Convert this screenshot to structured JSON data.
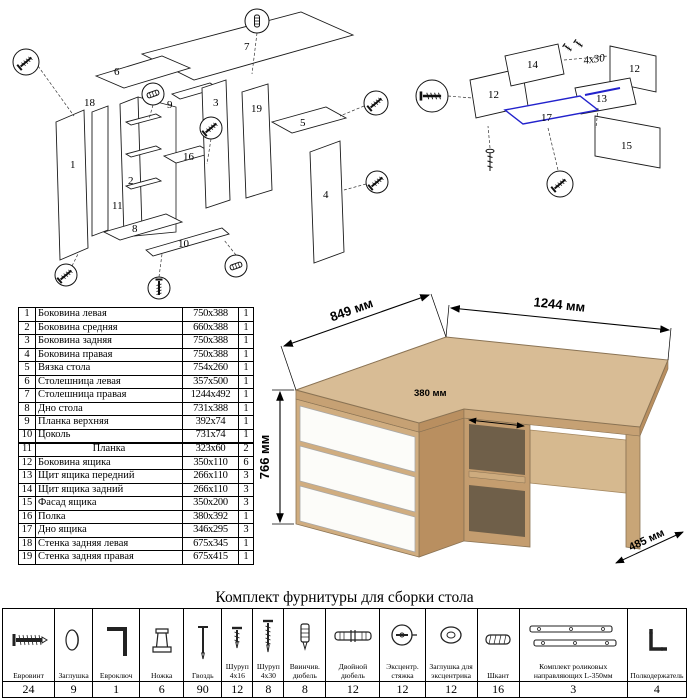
{
  "parts_table": {
    "rows": [
      {
        "num": "1",
        "name": "Боковина левая",
        "size": "750x388",
        "qty": "1"
      },
      {
        "num": "2",
        "name": "Боковина средняя",
        "size": "660x388",
        "qty": "1"
      },
      {
        "num": "3",
        "name": "Боковина задняя",
        "size": "750x388",
        "qty": "1"
      },
      {
        "num": "4",
        "name": "Боковина правая",
        "size": "750x388",
        "qty": "1"
      },
      {
        "num": "5",
        "name": "Вязка стола",
        "size": "754x260",
        "qty": "1"
      },
      {
        "num": "6",
        "name": "Столешница левая",
        "size": "357x500",
        "qty": "1"
      },
      {
        "num": "7",
        "name": "Столешница правая",
        "size": "1244x492",
        "qty": "1"
      },
      {
        "num": "8",
        "name": "Дно стола",
        "size": "731x388",
        "qty": "1"
      },
      {
        "num": "9",
        "name": "Планка верхняя",
        "size": "392x74",
        "qty": "1"
      },
      {
        "num": "10",
        "name": "Цоколь",
        "size": "731x74",
        "qty": "1"
      },
      {
        "num": "11",
        "name": "Планка",
        "size": "323x60",
        "qty": "2"
      },
      {
        "num": "12",
        "name": "Боковина ящика",
        "size": "350x110",
        "qty": "6"
      },
      {
        "num": "13",
        "name": "Щит ящика передний",
        "size": "266x110",
        "qty": "3"
      },
      {
        "num": "14",
        "name": "Щит ящика задний",
        "size": "266x110",
        "qty": "3"
      },
      {
        "num": "15",
        "name": "Фасад ящика",
        "size": "350x200",
        "qty": "3"
      },
      {
        "num": "16",
        "name": "Полка",
        "size": "380x392",
        "qty": "1"
      },
      {
        "num": "17",
        "name": "Дно ящика",
        "size": "346x295",
        "qty": "3"
      },
      {
        "num": "18",
        "name": "Стенка задняя левая",
        "size": "675x345",
        "qty": "1"
      },
      {
        "num": "19",
        "name": "Стенка задняя правая",
        "size": "675x415",
        "qty": "1"
      }
    ]
  },
  "desk": {
    "dim_depth_left": "849 мм",
    "dim_width": "1244 мм",
    "dim_height": "766 мм",
    "dim_shelf": "380 мм",
    "dim_depth_right": "485 мм"
  },
  "main_diagram": {
    "labels": [
      "1",
      "2",
      "3",
      "4",
      "5",
      "6",
      "7",
      "8",
      "9",
      "10",
      "11",
      "16",
      "18",
      "19"
    ]
  },
  "drawer_diagram": {
    "labels": [
      "12",
      "14",
      "12",
      "13",
      "17",
      "15"
    ],
    "note": "4x30"
  },
  "hardware": {
    "title": "Комплект фурнитуры для сборки стола",
    "items": [
      {
        "name": "Евровинт",
        "qty": "24",
        "icon": "confirmat-screw-icon"
      },
      {
        "name": "Заглушка",
        "qty": "9",
        "icon": "cap-icon"
      },
      {
        "name": "Евроключ",
        "qty": "1",
        "icon": "hex-key-icon"
      },
      {
        "name": "Ножка",
        "qty": "6",
        "icon": "foot-icon"
      },
      {
        "name": "Гвоздь",
        "qty": "90",
        "icon": "nail-icon"
      },
      {
        "name": "Шуруп 4х16",
        "qty": "12",
        "icon": "screw-short-icon"
      },
      {
        "name": "Шуруп 4х30",
        "qty": "8",
        "icon": "screw-long-icon"
      },
      {
        "name": "Ввинчив. дюбель",
        "qty": "8",
        "icon": "screw-in-dowel-icon"
      },
      {
        "name": "Двойной дюбель",
        "qty": "12",
        "icon": "double-dowel-icon"
      },
      {
        "name": "Эксцентр. стяжка",
        "qty": "12",
        "icon": "cam-lock-icon"
      },
      {
        "name": "Заглушка для эксцентрика",
        "qty": "12",
        "icon": "cam-cap-icon"
      },
      {
        "name": "Шкант",
        "qty": "16",
        "icon": "wooden-dowel-icon"
      },
      {
        "name": "Комплект роликовых направляющих L-350мм",
        "qty": "3",
        "icon": "drawer-slides-icon"
      },
      {
        "name": "Полкодержатель",
        "qty": "4",
        "icon": "shelf-support-icon"
      }
    ]
  },
  "colors": {
    "wood": "#d8bc95",
    "wood_dark": "#c19a6b",
    "drawer_front": "#fcfcf9",
    "highlight_blue": "#2222cc"
  }
}
